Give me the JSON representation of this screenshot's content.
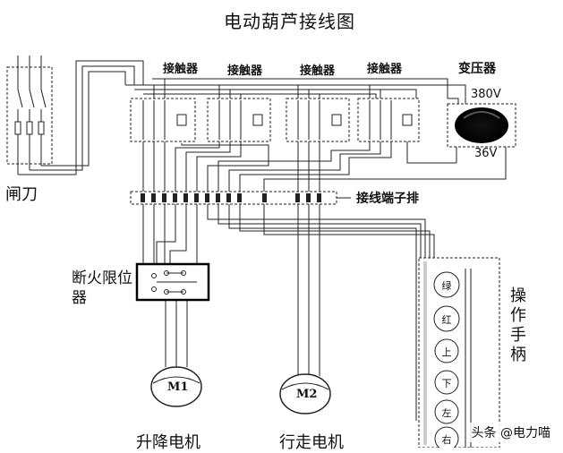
{
  "title": "电动葫芦接线图",
  "labels": {
    "knife_switch": "闸刀",
    "contactors": [
      "接触器",
      "接触器",
      "接触器",
      "接触器"
    ],
    "transformer": "变压器",
    "v_high": "380V",
    "v_low": "36V",
    "terminal_block": "接线端子排",
    "limit_switch": "断火限位器",
    "control_handle": "操作手柄",
    "motor1": "M1",
    "motor2": "M2",
    "lift_motor": "升降电机",
    "travel_motor": "行走电机"
  },
  "buttons": [
    "绿",
    "红",
    "上",
    "下",
    "左",
    "右"
  ],
  "watermark": "头条 @电力喵"
}
